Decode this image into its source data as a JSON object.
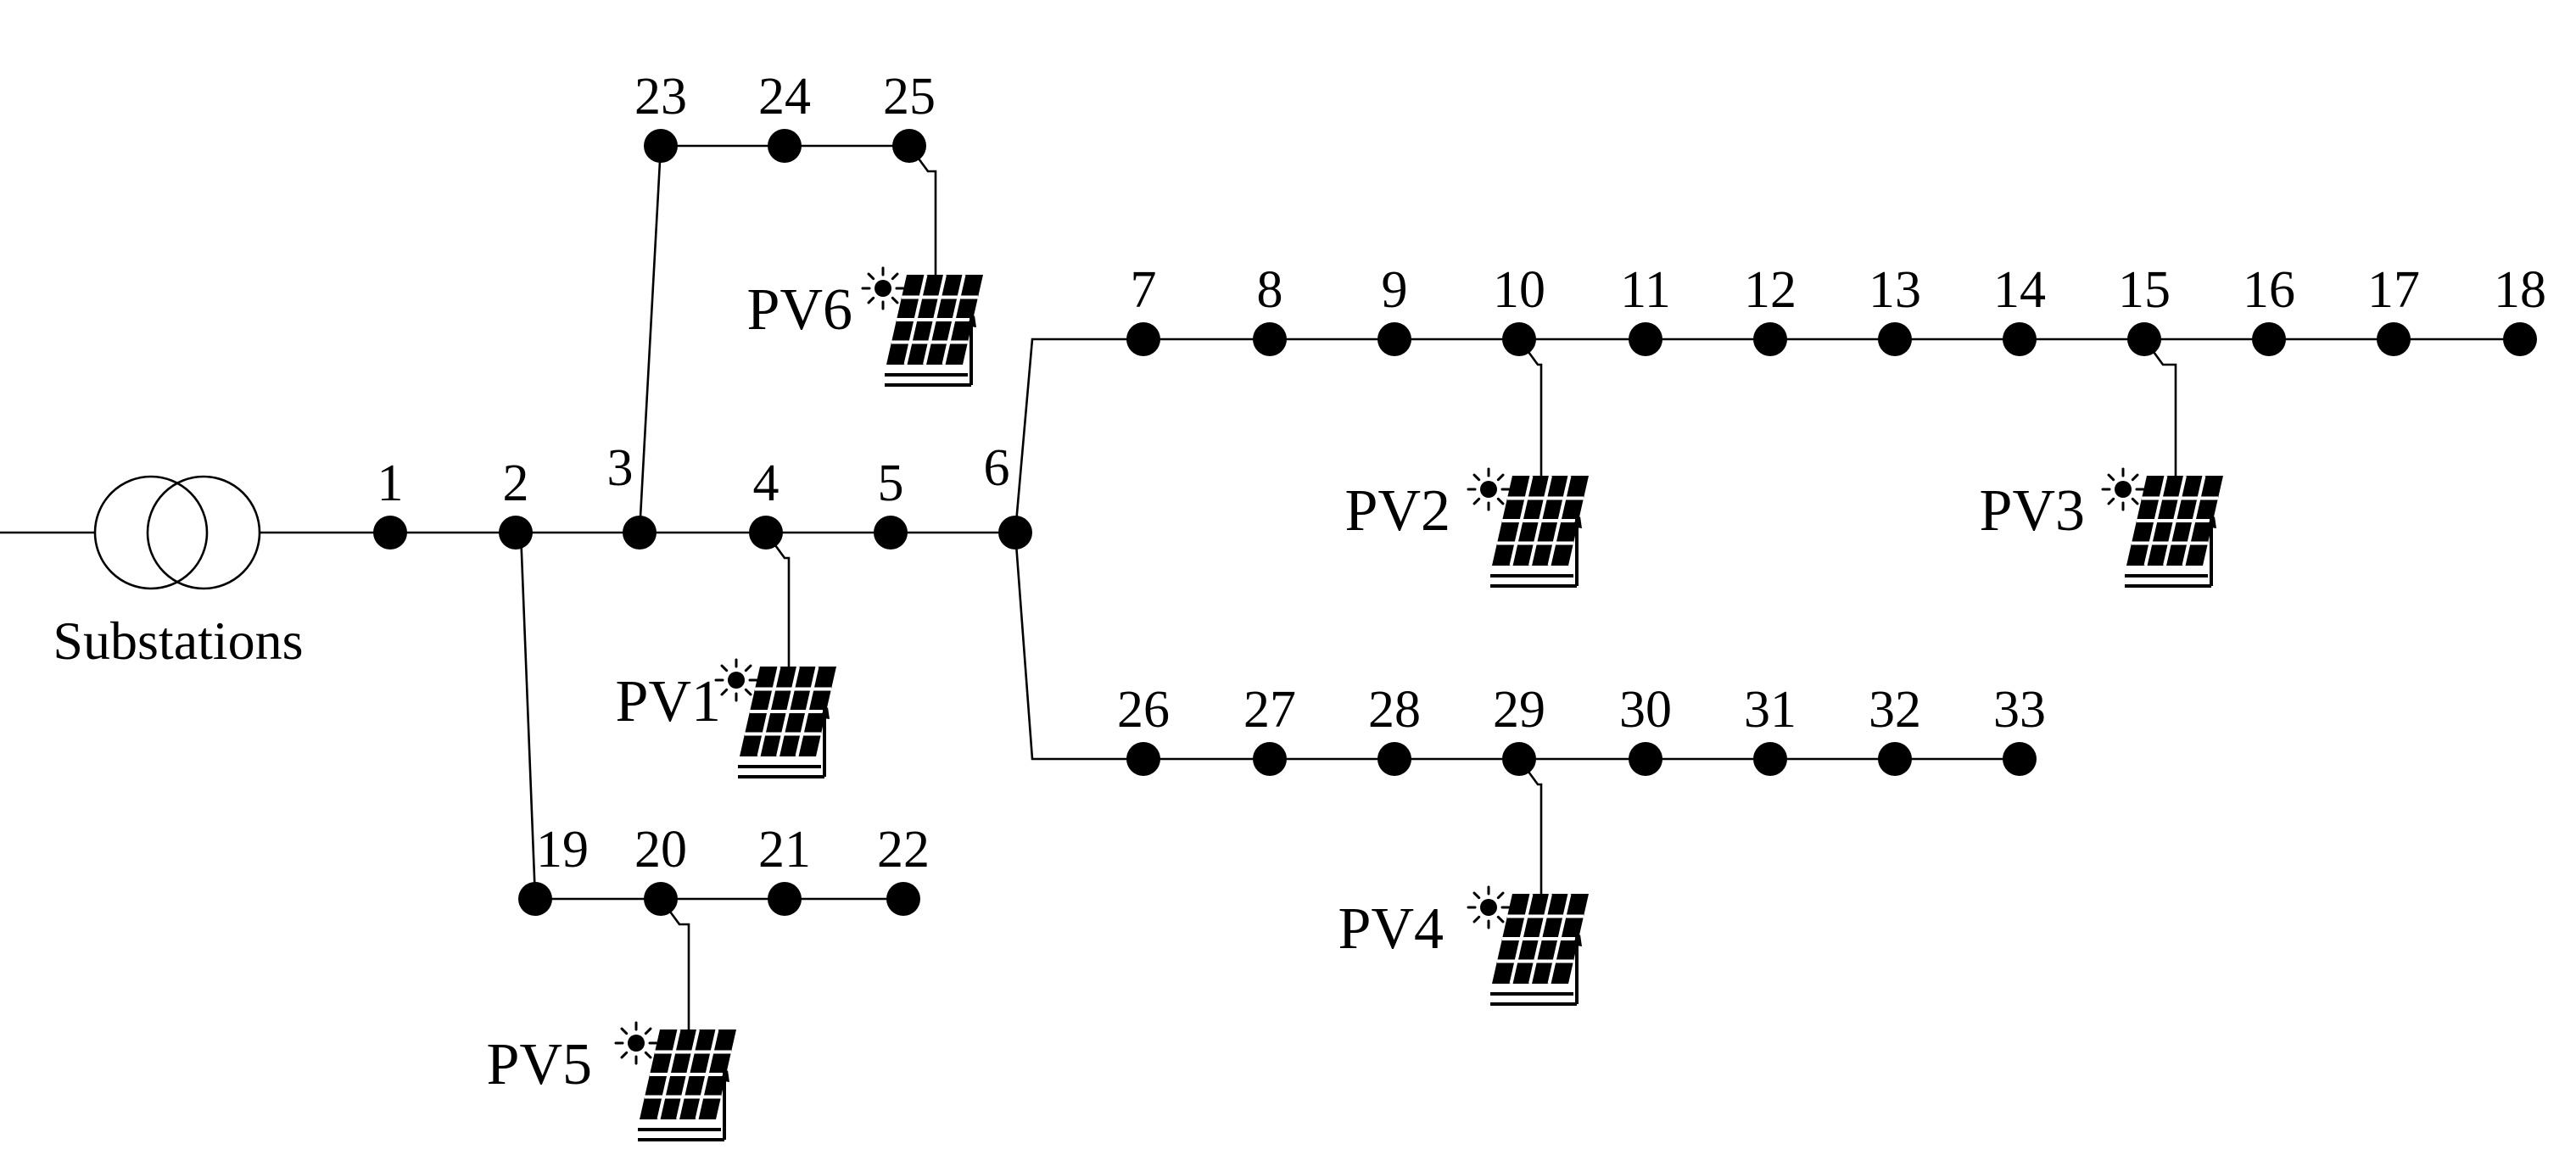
{
  "substation": {
    "label": "Substations"
  },
  "buses": [
    "1",
    "2",
    "3",
    "4",
    "5",
    "6",
    "7",
    "8",
    "9",
    "10",
    "11",
    "12",
    "13",
    "14",
    "15",
    "16",
    "17",
    "18",
    "19",
    "20",
    "21",
    "22",
    "23",
    "24",
    "25",
    "26",
    "27",
    "28",
    "29",
    "30",
    "31",
    "32",
    "33"
  ],
  "pv_units": [
    {
      "label": "PV1",
      "bus": "4",
      "icon": "solar-panel-icon"
    },
    {
      "label": "PV2",
      "bus": "10",
      "icon": "solar-panel-icon"
    },
    {
      "label": "PV3",
      "bus": "15",
      "icon": "solar-panel-icon"
    },
    {
      "label": "PV4",
      "bus": "29",
      "icon": "solar-panel-icon"
    },
    {
      "label": "PV5",
      "bus": "20",
      "icon": "solar-panel-icon"
    },
    {
      "label": "PV6",
      "bus": "25",
      "icon": "solar-panel-icon"
    }
  ],
  "branches": [
    [
      "1",
      "2"
    ],
    [
      "2",
      "3"
    ],
    [
      "3",
      "4"
    ],
    [
      "4",
      "5"
    ],
    [
      "5",
      "6"
    ],
    [
      "6",
      "7"
    ],
    [
      "7",
      "8"
    ],
    [
      "8",
      "9"
    ],
    [
      "9",
      "10"
    ],
    [
      "10",
      "11"
    ],
    [
      "11",
      "12"
    ],
    [
      "12",
      "13"
    ],
    [
      "13",
      "14"
    ],
    [
      "14",
      "15"
    ],
    [
      "15",
      "16"
    ],
    [
      "16",
      "17"
    ],
    [
      "17",
      "18"
    ],
    [
      "2",
      "19"
    ],
    [
      "19",
      "20"
    ],
    [
      "20",
      "21"
    ],
    [
      "21",
      "22"
    ],
    [
      "3",
      "23"
    ],
    [
      "23",
      "24"
    ],
    [
      "24",
      "25"
    ],
    [
      "6",
      "26"
    ],
    [
      "26",
      "27"
    ],
    [
      "27",
      "28"
    ],
    [
      "28",
      "29"
    ],
    [
      "29",
      "30"
    ],
    [
      "30",
      "31"
    ],
    [
      "31",
      "32"
    ],
    [
      "32",
      "33"
    ]
  ],
  "colors": {
    "ink": "#000000",
    "background": "#ffffff"
  }
}
